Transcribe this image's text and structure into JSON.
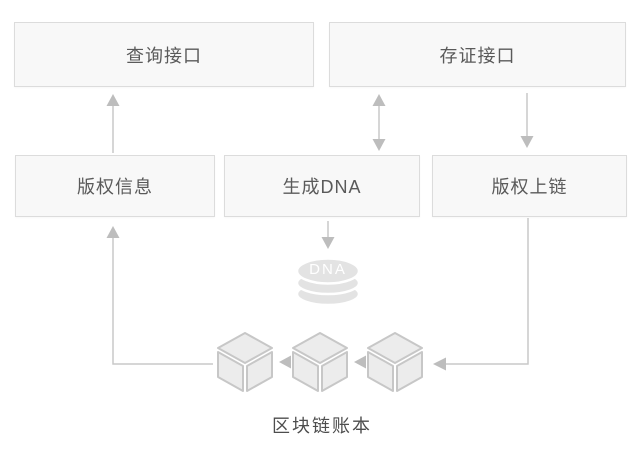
{
  "nodes": {
    "query_api": {
      "label": "查询接口"
    },
    "deposit_api": {
      "label": "存证接口"
    },
    "copyright_info": {
      "label": "版权信息"
    },
    "generate_dna": {
      "label": "生成DNA"
    },
    "copyright_onchain": {
      "label": "版权上链"
    }
  },
  "dna_database": {
    "label": "DNA"
  },
  "ledger_caption": {
    "label": "区块链账本"
  },
  "icons": {
    "dna_database_icon": "database-cylinder-stack",
    "block_icon": "isometric-cube",
    "chain_count": 3
  },
  "colors": {
    "background": "#ffffff",
    "box_fill": "#f8f8f8",
    "box_border": "#dcdcdc",
    "box_text": "#5a5a5a",
    "line": "#c9c9c9",
    "arrowhead": "#bdbdbd",
    "cube_fill": "#ececec",
    "cube_stroke": "#c7c7c7",
    "dna_disc_fill": "#e3e3e3",
    "dna_text": "#ffffff",
    "caption_text": "#4d4d4d"
  }
}
